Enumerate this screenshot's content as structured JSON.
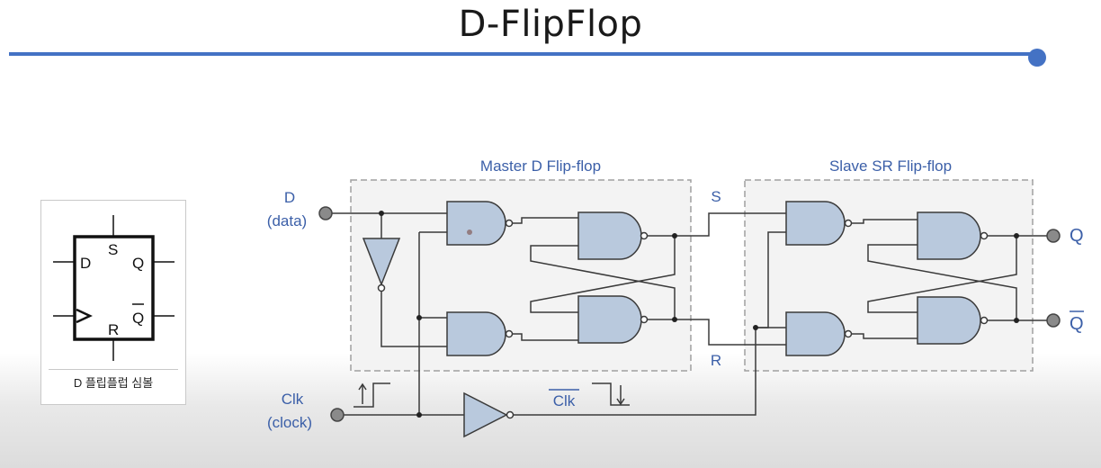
{
  "title": "D-FlipFlop",
  "symbol": {
    "caption": "D 플립플럽 심볼",
    "pins": {
      "d": "D",
      "s": "S",
      "q": "Q",
      "q_bar": "Q",
      "r": "R"
    }
  },
  "circuit": {
    "master_title": "Master D Flip-flop",
    "slave_title": "Slave SR Flip-flop",
    "d_label": "D",
    "data_label": "(data)",
    "clk_label": "Clk",
    "clock_label": "(clock)",
    "clk_bar_label": "Clk",
    "s_label": "S",
    "r_label": "R",
    "q_label": "Q",
    "q_bar_label": "Q"
  },
  "colors": {
    "accent": "#4472c4",
    "gate_fill": "#b9c9dd",
    "label": "#3b5fa8"
  }
}
